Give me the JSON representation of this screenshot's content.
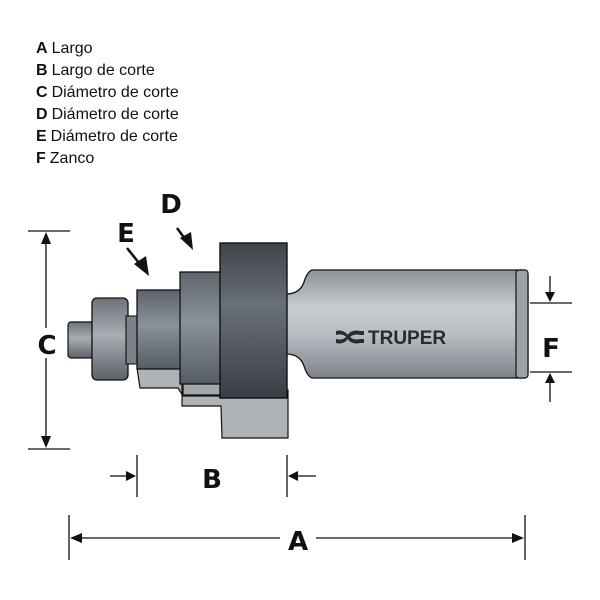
{
  "legend": [
    {
      "key": "A",
      "text": "Largo"
    },
    {
      "key": "B",
      "text": "Largo de corte"
    },
    {
      "key": "C",
      "text": "Diámetro de corte"
    },
    {
      "key": "D",
      "text": "Diámetro de corte"
    },
    {
      "key": "E",
      "text": "Diámetro de corte"
    },
    {
      "key": "F",
      "text": "Zanco"
    }
  ],
  "labels": {
    "A": "A",
    "B": "B",
    "C": "C",
    "D": "D",
    "E": "E",
    "F": "F"
  },
  "brand": {
    "name": "TRUPER"
  },
  "colors": {
    "outline": "#111111",
    "bit_dark": "#5b6168",
    "bit_mid": "#8f959b",
    "shank": "#b7bcc1",
    "shadow": "#9ea3a8"
  }
}
